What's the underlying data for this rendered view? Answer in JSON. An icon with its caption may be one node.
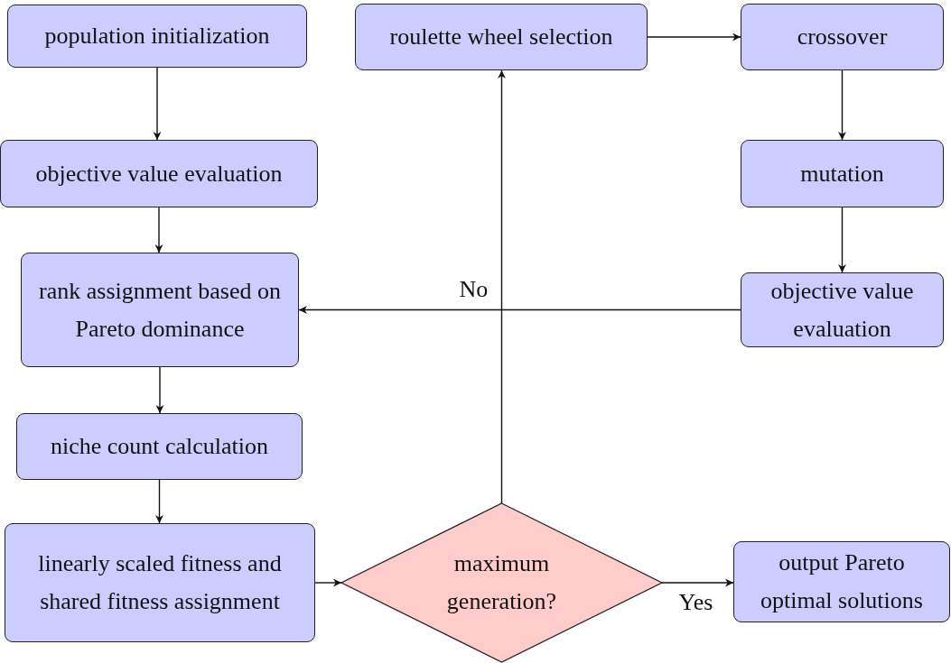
{
  "diagram": {
    "nodes": [
      {
        "text": [
          "population initialization"
        ]
      },
      {
        "text": [
          "objective value evaluation"
        ]
      },
      {
        "text": [
          "rank assignment based on Pareto dominance"
        ]
      },
      {
        "text": [
          "niche count calculation"
        ]
      },
      {
        "text": [
          "linearly scaled fitness and shared fitness assignment"
        ]
      },
      {
        "text": [
          "maximum generation?"
        ]
      },
      {
        "text": [
          "output Pareto optimal solutions"
        ]
      },
      {
        "text": [
          "roulette wheel selection"
        ]
      },
      {
        "text": [
          "crossover"
        ]
      },
      {
        "text": [
          "mutation"
        ]
      },
      {
        "text": [
          "objective value evaluation"
        ]
      }
    ],
    "edges": [
      {
        "from": 0,
        "to": 1,
        "arrow": "to"
      },
      {
        "from": 1,
        "to": 2,
        "arrow": "to"
      },
      {
        "from": 2,
        "to": 3,
        "arrow": "to"
      },
      {
        "from": 3,
        "to": 4,
        "arrow": "to"
      },
      {
        "from": 4,
        "to": 5,
        "arrow": "to"
      },
      {
        "from": 5,
        "to": 6,
        "arrow": "to",
        "label": "Yes"
      },
      {
        "from": 5,
        "to": 7,
        "arrow": "to",
        "label": "No"
      },
      {
        "from": 7,
        "to": 8,
        "arrow": "to"
      },
      {
        "from": 8,
        "to": 9,
        "arrow": "to"
      },
      {
        "from": 9,
        "to": 10,
        "arrow": "to"
      },
      {
        "from": 10,
        "to": 2,
        "arrow": "to"
      }
    ]
  }
}
